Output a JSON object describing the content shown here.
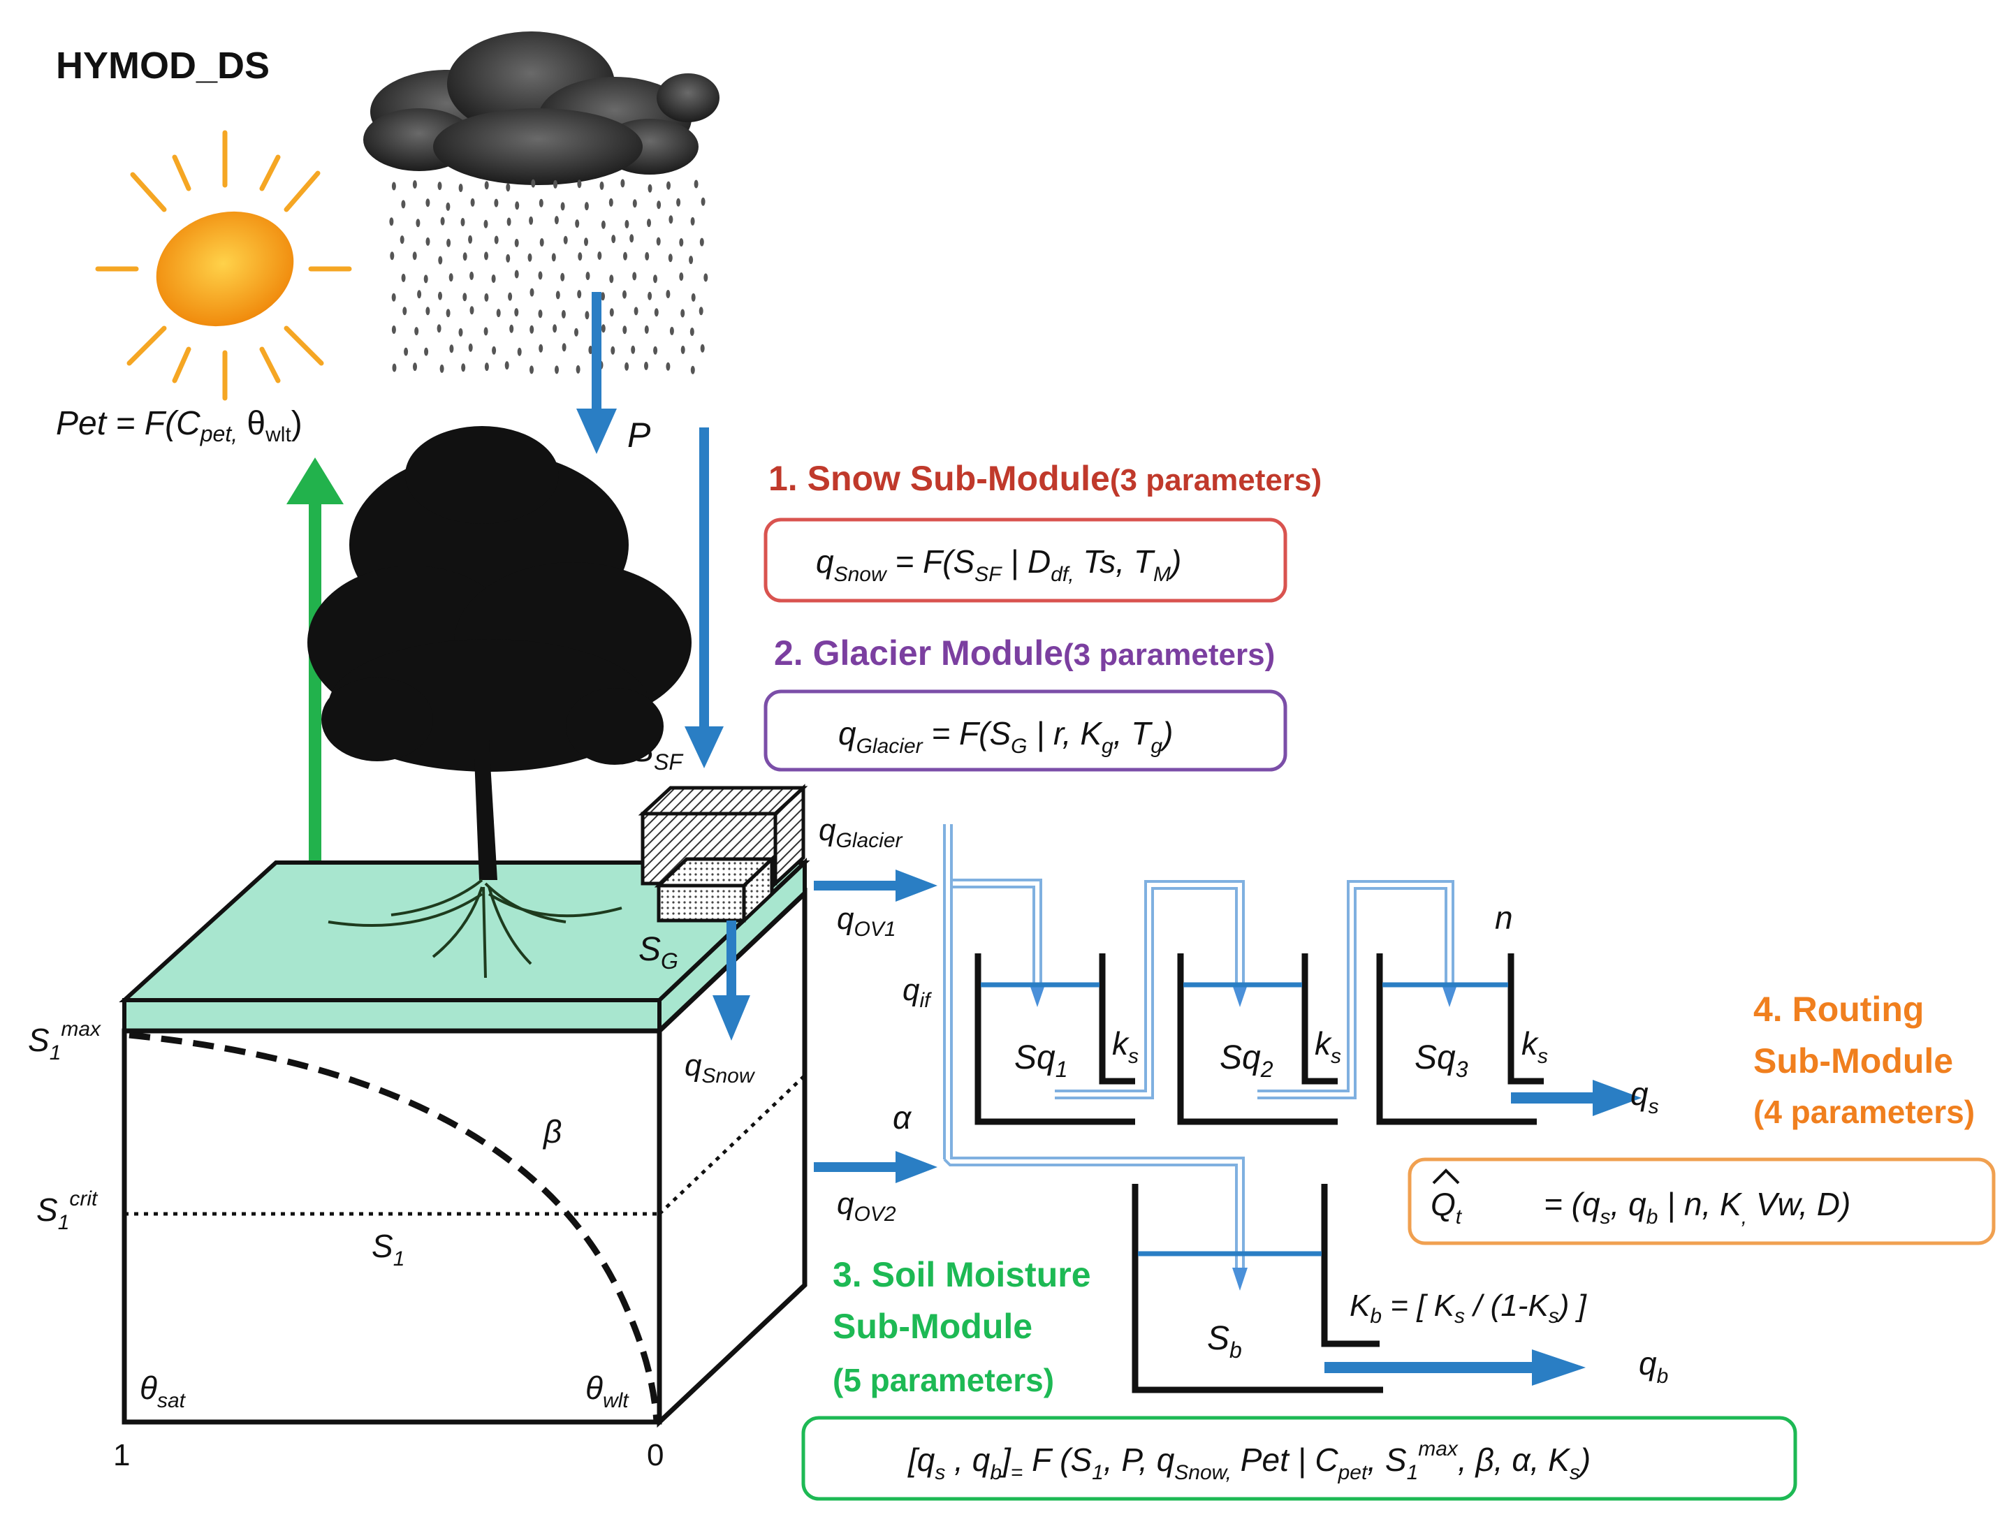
{
  "title": "HYMOD_DS",
  "colors": {
    "snow": "#c0392b",
    "glacier": "#7b3fa0",
    "soil": "#1db954",
    "routing": "#f07f1e",
    "flow_arrow": "#2a7ec4",
    "et_arrow": "#22b24c",
    "ground": "#a8e6cf",
    "sun": "#f5a623"
  },
  "icons": {
    "sun": "sun-icon",
    "cloud": "rain-cloud-icon",
    "tree": "tree-icon"
  },
  "pet": {
    "prefix": "Pet = F(C",
    "sub1": "pet,",
    "mid": " θ",
    "sub2": "wlt",
    "suffix": ")"
  },
  "P": "P",
  "S_SF": {
    "main": "S",
    "sub": "SF"
  },
  "S_G": {
    "main": "S",
    "sub": "G"
  },
  "q_glacier_label": {
    "main": "q",
    "sub": "Glacier"
  },
  "q_ov1": {
    "main": "q",
    "sub": "OV1"
  },
  "q_ov2": {
    "main": "q",
    "sub": "OV2"
  },
  "q_if": {
    "main": "q",
    "sub": "if"
  },
  "q_snow_label": {
    "main": "q",
    "sub": "Snow"
  },
  "alpha": "α",
  "beta": "β",
  "n": "n",
  "soil_labels": {
    "s1max": {
      "main": "S",
      "sub": "1",
      "sup": "max"
    },
    "s1crit": {
      "main": "S",
      "sub": "1",
      "sup": "crit"
    },
    "s1": {
      "main": "S",
      "sub": "1"
    },
    "theta_sat": {
      "main": "θ",
      "sub": "sat"
    },
    "theta_wlt": {
      "main": "θ",
      "sub": "wlt"
    },
    "axis_1": "1",
    "axis_0": "0"
  },
  "modules": {
    "snow": {
      "title": "1. Snow Sub-Module",
      "params": "(3 parameters)",
      "eq": {
        "a": "q",
        "a_sub": "Snow",
        "b": "  = F(S",
        "b_sub": "SF",
        "c": " | D",
        "c_sub": "df,",
        "d": " Ts, T",
        "d_sub": "M",
        "e": ")"
      }
    },
    "glacier": {
      "title": "2. Glacier Module",
      "params": "(3 parameters)",
      "eq": {
        "a": "q",
        "a_sub": "Glacier",
        "b": " = F(S",
        "b_sub": "G",
        "c": " | r, K",
        "c_sub": "g",
        "d": ",  T",
        "d_sub": "g",
        "e": ")"
      }
    },
    "soil": {
      "title_l1": "3. Soil Moisture",
      "title_l2": "Sub-Module",
      "params": "(5 parameters)",
      "eq": {
        "p1": "[q",
        "p1_sub": "s",
        "p2": " , q",
        "p2_sub": "b",
        "p3": "]",
        "p3_sub": "=",
        "p4": " F (S",
        "p4_sub": "1",
        "p5": ", P, q",
        "p5_sub": "Snow,",
        "p6": " Pet | C",
        "p6_sub": "pet",
        "p7": ", S",
        "p7_sub": "1",
        "p7_sup": "max",
        "p8": ", β, α, K",
        "p8_sub": "s",
        "p9": ")"
      }
    },
    "routing": {
      "title_l1": "4. Routing",
      "title_l2": "Sub-Module",
      "params": "(4 parameters)",
      "eq": {
        "q": "Q",
        "q_sub": "t",
        "b": "= (q",
        "b_sub": "s",
        "c": ", q",
        "c_sub": "b",
        "d": " | n, K",
        "d_sub": ",",
        "e": " Vw, D)"
      }
    }
  },
  "reservoirs": {
    "sq1": {
      "main": "Sq",
      "sub": "1"
    },
    "sq2": {
      "main": "Sq",
      "sub": "2"
    },
    "sq3": {
      "main": "Sq",
      "sub": "3"
    },
    "ks": {
      "main": "k",
      "sub": "s"
    },
    "sb": {
      "main": "S",
      "sub": "b"
    },
    "kb": {
      "a": "K",
      "a_sub": "b",
      "b": " = [ K",
      "b_sub": "s",
      "c": " / (1-K",
      "c_sub": "s",
      "d": ")  ]"
    },
    "qs": {
      "main": "q",
      "sub": "s"
    },
    "qb": {
      "main": "q",
      "sub": "b"
    }
  }
}
